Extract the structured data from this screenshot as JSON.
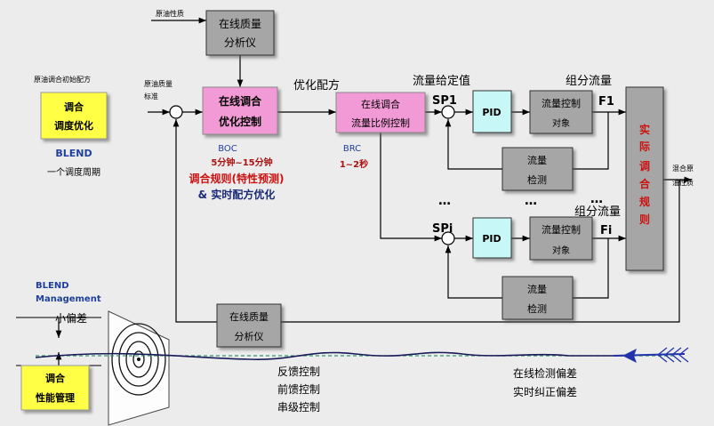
{
  "colors": {
    "gray_box": "#a6a6a6",
    "pink_box": "#f29ad6",
    "cyan_box": "#c8f7f7",
    "yellow_box": "#ffff44",
    "blue_text": "#1f3f9f",
    "red_text": "#cc1111",
    "dark_red_text": "#aa1111",
    "dark_blue_text": "#1a2a77",
    "arrow_blue": "#2233aa",
    "line": "#000000",
    "dashed": "#2e9a6a"
  },
  "top_input": {
    "label": "原油性质"
  },
  "top_analyzer": {
    "line1": "在线质量",
    "line2": "分析仪"
  },
  "recipe_caption": "原油调合初始配方",
  "blend_opt": {
    "line1": "调合",
    "line2": "调度优化"
  },
  "blend_label": "BLEND",
  "cycle_label": "一个调度周期",
  "quality_std": {
    "line1": "原油质量",
    "line2": "标准"
  },
  "boc_box": {
    "line1": "在线调合",
    "line2": "优化控制"
  },
  "boc_label": "BOC",
  "boc_time": "5分钟~15分钟",
  "rule_text": "调合规则(特性预测)",
  "realtime_text": "& 实时配方优化",
  "opt_recipe": "优化配方",
  "brc_box": {
    "line1": "在线调合",
    "line2": "流量比例控制"
  },
  "brc_label": "BRC",
  "brc_time": "1~2秒",
  "setpoint_label": "流量给定值",
  "sp1": "SP1",
  "spi": "SPi",
  "pid_label": "PID",
  "flow_obj": {
    "line1": "流量控制",
    "line2": "对象"
  },
  "flow_detect": {
    "line1": "流量",
    "line2": "检测"
  },
  "group_flow": "组分流量",
  "f1": "F1",
  "fi": "Fi",
  "dots": "…",
  "actual_rule": [
    "实",
    "际",
    "调",
    "合",
    "规",
    "则"
  ],
  "output": {
    "line1": "混合原",
    "line2": "油性质"
  },
  "mgmt_title": {
    "line1": "BLEND",
    "line2": "Management"
  },
  "small_dev": "小偏差",
  "perf_mgmt": {
    "line1": "调合",
    "line2": "性能管理"
  },
  "bottom_analyzer": {
    "line1": "在线质量",
    "line2": "分析仪"
  },
  "control_types": [
    "反馈控制",
    "前馈控制",
    "串级控制"
  ],
  "detect_dev": {
    "line1": "在线检测偏差",
    "line2": "实时纠正偏差"
  }
}
